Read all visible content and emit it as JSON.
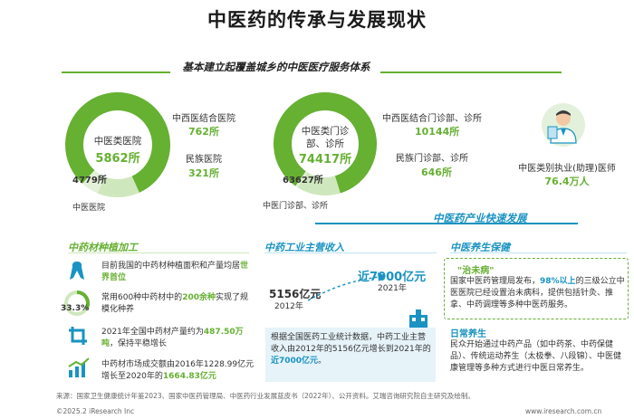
{
  "title": "中医药的传承与发展现状",
  "section1": {
    "heading": "基本建立起覆盖城乡的中医医疗服务体系",
    "hospital": {
      "center_label": "中医类医院",
      "center_value": "5862所",
      "tcm_value": "4779所",
      "tcm_label": "中医医院",
      "integrated_label": "中西医结合医院",
      "integrated_value": "762所",
      "ethnic_label": "民族医院",
      "ethnic_value": "321所"
    },
    "clinic": {
      "center_label_1": "中医类门诊",
      "center_label_2": "部、诊所",
      "center_value": "74417所",
      "tcm_value": "63627所",
      "tcm_label": "中医门诊部、诊所",
      "integrated_label": "中西医结合门诊部、诊所",
      "integrated_value": "10144所",
      "ethnic_label": "民族门诊部、诊所",
      "ethnic_value": "646所"
    },
    "doctor": {
      "label": "中医类别执业(助理)医师",
      "value": "76.4万人"
    }
  },
  "section2": {
    "heading": "中医药产业快速发展",
    "planting": {
      "heading": "中药材种植加工",
      "rows": [
        {
          "text_a": "目前我国的中药材种植面积和产量均居",
          "hl": "世界首位",
          "text_b": ""
        },
        {
          "text_a": "常用600种中药材中的",
          "hl": "200余种",
          "text_b": "实现了规模化种养"
        },
        {
          "text_a": "2021年全国中药材产量约为",
          "hl": "487.50万吨",
          "text_b": "，保持平稳增长"
        },
        {
          "text_a": "中药材市场成交额由2016年1228.99亿元增长至2020年的",
          "hl": "1664.83亿元",
          "text_b": ""
        }
      ],
      "pct": "33.3%"
    },
    "industry": {
      "heading": "中药工业主营收入",
      "v2012": "5156亿元",
      "y2012": "2012年",
      "v2021": "近7000亿元",
      "y2021": "2021年",
      "desc_a": "根据全国医药工业统计数据，中药工业主营收入由2012年的5156亿元增长到2021年的",
      "desc_hl": "近7000亿元",
      "desc_b": "。"
    },
    "health": {
      "heading": "中医养生保健",
      "sub1": "\"治未病\"",
      "text1_a": "国家中医药管理局发布，",
      "text1_hl": "98%以上",
      "text1_b": "的三级公立中医医院已经设置治未病科，提供包括针灸、推拿、中药调理等多种中医药服务。",
      "sub2": "日常养生",
      "text2": "民众开始通过中药产品（如中药茶、中药保健品）、传统运动养生（太极拳、八段锦）、中医健康管理等多种方式进行中医日常养生。"
    }
  },
  "footer": {
    "source": "来源：国家卫生健康统计年鉴2023、国家中医药管理局、中医药行业发展蓝皮书（2022年）、公开资料。艾瑞咨询研究院自主研究及绘制。",
    "copyright": "©2025.2 iResearch Inc",
    "url": "www.iresearch.com.cn"
  },
  "colors": {
    "green": "#66b032",
    "teal": "#1a93c2",
    "light_green": "#cfe7bd",
    "light_teal": "#bfe3f1"
  },
  "chart_data": [
    {
      "type": "pie",
      "categories": [
        "中医医院",
        "中西医结合医院",
        "民族医院"
      ],
      "values": [
        4779,
        762,
        321
      ],
      "title": ""
    },
    {
      "type": "pie",
      "categories": [
        "中医门诊部、诊所",
        "中西医结合门诊部、诊所",
        "民族门诊部、诊所"
      ],
      "values": [
        63627,
        10144,
        646
      ],
      "title": ""
    }
  ]
}
